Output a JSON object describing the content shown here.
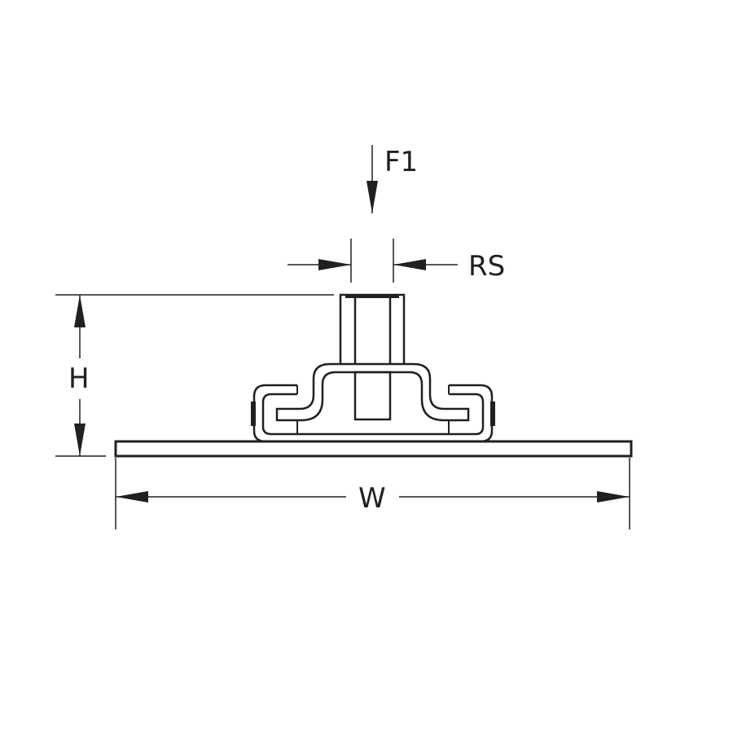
{
  "labels": {
    "force": "F1",
    "rail_spacing": "RS",
    "height": "H",
    "width": "W"
  },
  "colors": {
    "line": "#231f20",
    "background": "#ffffff"
  }
}
